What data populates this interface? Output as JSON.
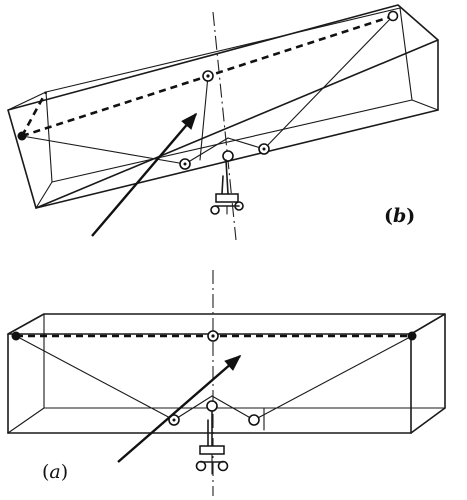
{
  "figure": {
    "panel_a": {
      "label": "(a)",
      "open": "(",
      "letter": "a",
      "close": ")"
    },
    "panel_b": {
      "label": "(b)",
      "open": "(",
      "letter": "b",
      "close": ")"
    }
  },
  "colors": {
    "ink": "#111111",
    "paper": "#ffffff"
  }
}
